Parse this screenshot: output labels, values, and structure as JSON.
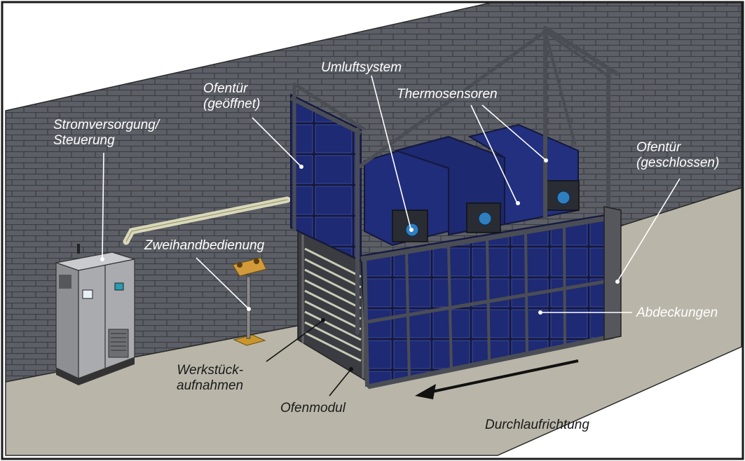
{
  "diagram": {
    "labels": {
      "stromversorgung": [
        "Stromversorgung/",
        "Steuerung"
      ],
      "ofentuer_offen": [
        "Ofentür",
        "(geöffnet)"
      ],
      "umluftsystem": "Umluftsystem",
      "thermosensoren": "Thermosensoren",
      "ofentuer_zu": [
        "Ofentür",
        "(geschlossen)"
      ],
      "zweihand": "Zweihandbedienung",
      "abdeckungen": "Abdeckungen",
      "werkstueck": [
        "Werkstück-",
        "aufnahmen"
      ],
      "ofenmodul": "Ofenmodul",
      "durchlauf": "Durchlaufrichtung"
    },
    "colors": {
      "wall": "#5c5f66",
      "mortar": "#3c3e43",
      "floor": "#b9b6a9",
      "oven_panel": "#1e2a73",
      "frame": "#3d3f45",
      "cabinet": "#a9abaf",
      "pipe": "#d9d8b8",
      "stand": "#c9962c"
    }
  }
}
